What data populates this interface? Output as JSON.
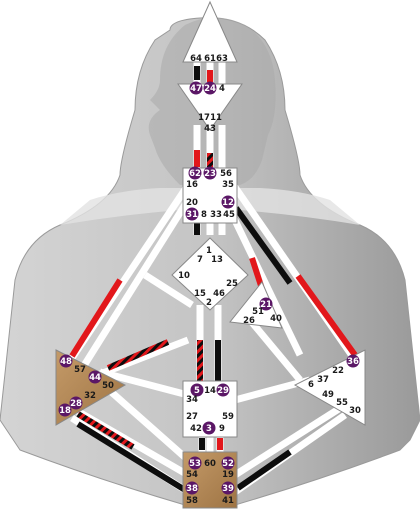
{
  "colors": {
    "conscious_red": "#e2171b",
    "unconscious_black": "#0d0d0d",
    "activated_gate_circle": "#5b1766",
    "defined_center": "#b2885a",
    "undefined_center": "#ffffff",
    "body_silhouette": "#c5c5c5"
  },
  "centers": [
    {
      "name": "Head",
      "defined": false
    },
    {
      "name": "Ajna",
      "defined": false
    },
    {
      "name": "Throat",
      "defined": false
    },
    {
      "name": "G",
      "defined": false
    },
    {
      "name": "Heart",
      "defined": false
    },
    {
      "name": "Spleen",
      "defined": true
    },
    {
      "name": "Sacral",
      "defined": false
    },
    {
      "name": "Solar Plexus",
      "defined": false
    },
    {
      "name": "Root",
      "defined": true
    }
  ],
  "gates": [
    {
      "label": "64",
      "activated": false
    },
    {
      "label": "61",
      "activated": false
    },
    {
      "label": "63",
      "activated": false
    },
    {
      "label": "47",
      "activated": true
    },
    {
      "label": "24",
      "activated": true
    },
    {
      "label": "4",
      "activated": false
    },
    {
      "label": "17",
      "activated": false
    },
    {
      "label": "11",
      "activated": false
    },
    {
      "label": "43",
      "activated": false
    },
    {
      "label": "62",
      "activated": true
    },
    {
      "label": "23",
      "activated": true
    },
    {
      "label": "56",
      "activated": false
    },
    {
      "label": "16",
      "activated": false
    },
    {
      "label": "35",
      "activated": false
    },
    {
      "label": "20",
      "activated": false
    },
    {
      "label": "12",
      "activated": true
    },
    {
      "label": "31",
      "activated": true
    },
    {
      "label": "8",
      "activated": false
    },
    {
      "label": "33",
      "activated": false
    },
    {
      "label": "45",
      "activated": false
    },
    {
      "label": "1",
      "activated": false
    },
    {
      "label": "7",
      "activated": false
    },
    {
      "label": "13",
      "activated": false
    },
    {
      "label": "10",
      "activated": false
    },
    {
      "label": "25",
      "activated": false
    },
    {
      "label": "15",
      "activated": false
    },
    {
      "label": "46",
      "activated": false
    },
    {
      "label": "2",
      "activated": false
    },
    {
      "label": "21",
      "activated": true
    },
    {
      "label": "51",
      "activated": false
    },
    {
      "label": "26",
      "activated": false
    },
    {
      "label": "40",
      "activated": false
    },
    {
      "label": "48",
      "activated": true
    },
    {
      "label": "57",
      "activated": false
    },
    {
      "label": "44",
      "activated": true
    },
    {
      "label": "50",
      "activated": false
    },
    {
      "label": "32",
      "activated": false
    },
    {
      "label": "28",
      "activated": true
    },
    {
      "label": "18",
      "activated": true
    },
    {
      "label": "36",
      "activated": true
    },
    {
      "label": "22",
      "activated": false
    },
    {
      "label": "37",
      "activated": false
    },
    {
      "label": "6",
      "activated": false
    },
    {
      "label": "49",
      "activated": false
    },
    {
      "label": "55",
      "activated": false
    },
    {
      "label": "30",
      "activated": false
    },
    {
      "label": "5",
      "activated": true
    },
    {
      "label": "14",
      "activated": false
    },
    {
      "label": "29",
      "activated": true
    },
    {
      "label": "34",
      "activated": false
    },
    {
      "label": "27",
      "activated": false
    },
    {
      "label": "59",
      "activated": false
    },
    {
      "label": "42",
      "activated": false
    },
    {
      "label": "3",
      "activated": true
    },
    {
      "label": "9",
      "activated": false
    },
    {
      "label": "53",
      "activated": true
    },
    {
      "label": "60",
      "activated": false
    },
    {
      "label": "52",
      "activated": true
    },
    {
      "label": "54",
      "activated": false
    },
    {
      "label": "19",
      "activated": false
    },
    {
      "label": "38",
      "activated": true
    },
    {
      "label": "39",
      "activated": true
    },
    {
      "label": "58",
      "activated": false
    },
    {
      "label": "41",
      "activated": false
    }
  ]
}
